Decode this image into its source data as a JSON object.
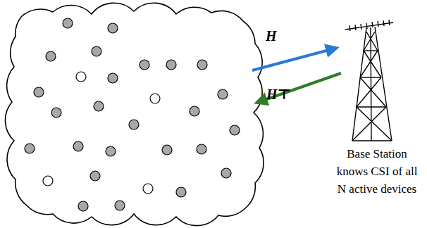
{
  "diagram": {
    "labels": [
      "H",
      "H⊤",
      "Base Station knows CSI of all N active devices"
    ]
  }
}
